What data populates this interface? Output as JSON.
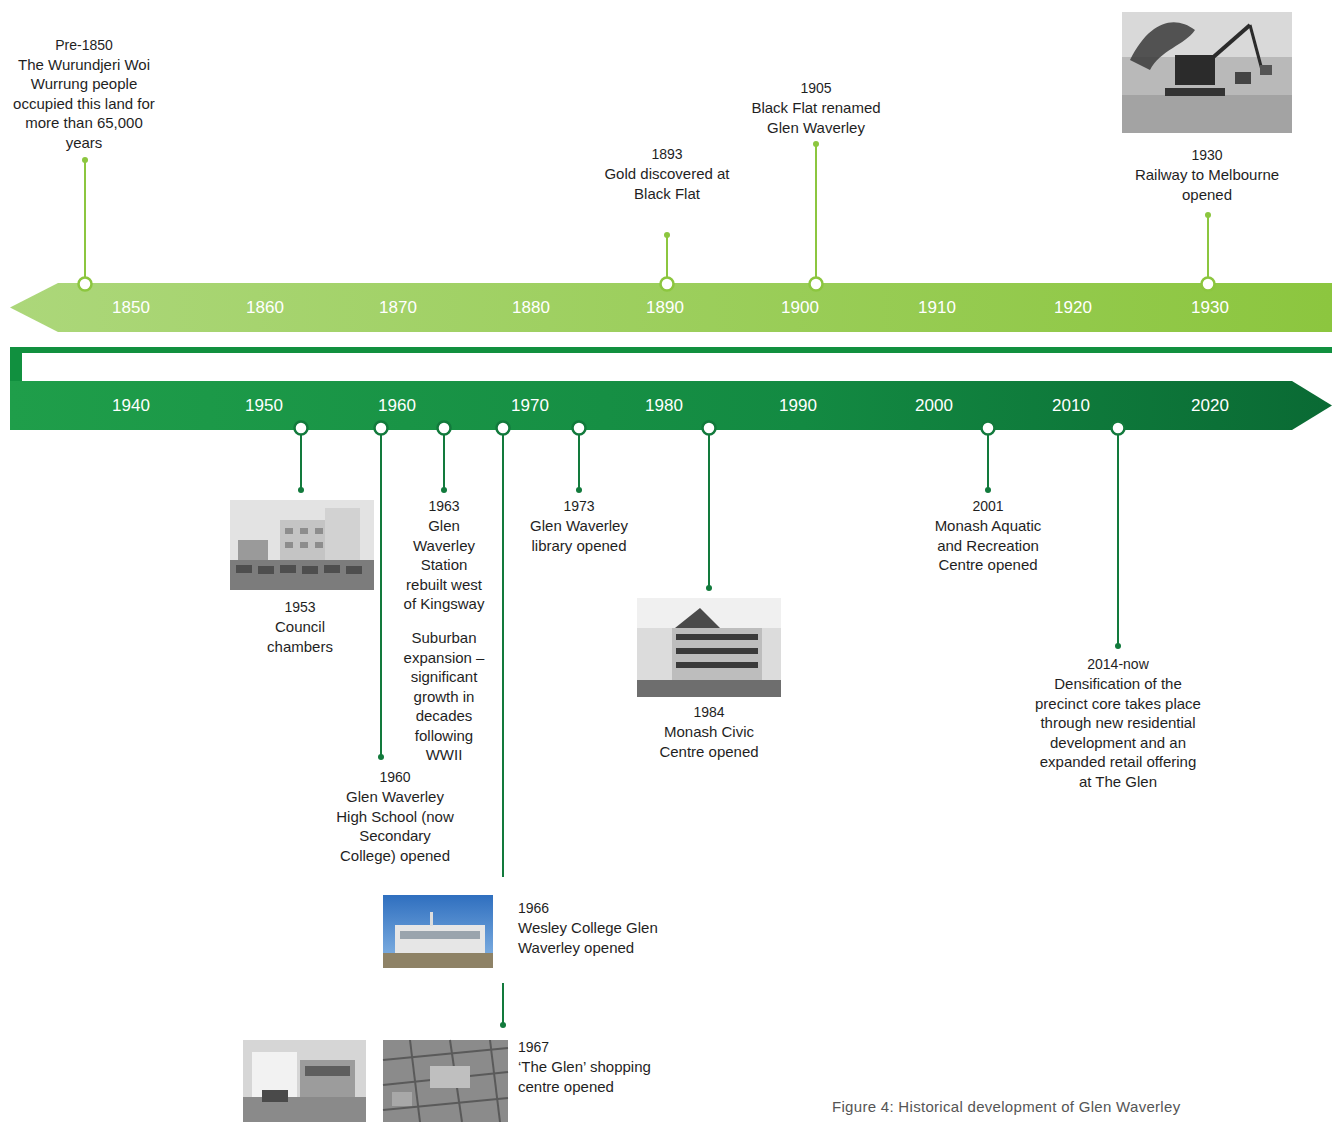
{
  "diagram": {
    "caption": "Figure 4: Historical development of Glen Waverley",
    "nodes": [
      {
        "text": [
          "1850",
          "1860",
          "1870",
          "1880",
          "1890",
          "1900",
          "1910",
          "1920",
          "1930"
        ]
      },
      {
        "text": [
          "1940",
          "1950",
          "1960",
          "1970",
          "1980",
          "1990",
          "2000",
          "2010",
          "2020"
        ]
      }
    ],
    "labels": [
      "Pre-1850",
      "The Wurundjeri Woi Wurrung people occupied this land for more than 65,000 years",
      "1893",
      "Gold discovered at Black Flat",
      "1905",
      "Black Flat renamed Glen Waverley",
      "1930",
      "Railway to Melbourne opened",
      "1953",
      "Council chambers",
      "1963",
      "Glen Waverley Station rebuilt west of Kingsway",
      "Suburban expansion – significant growth in decades following WWII",
      "1960",
      "Glen Waverley High School (now Secondary College) opened",
      "1966",
      "Wesley College Glen Waverley opened",
      "1967",
      "‘The Glen’ shopping centre opened",
      "1973",
      "Glen Waverley library opened",
      "1984",
      "Monash Civic Centre opened",
      "2001",
      "Monash Aquatic and Recreation Centre opened",
      "2014-now",
      "Densification of the precinct core takes place through new residential development and an expanded retail offering at The Glen"
    ]
  }
}
